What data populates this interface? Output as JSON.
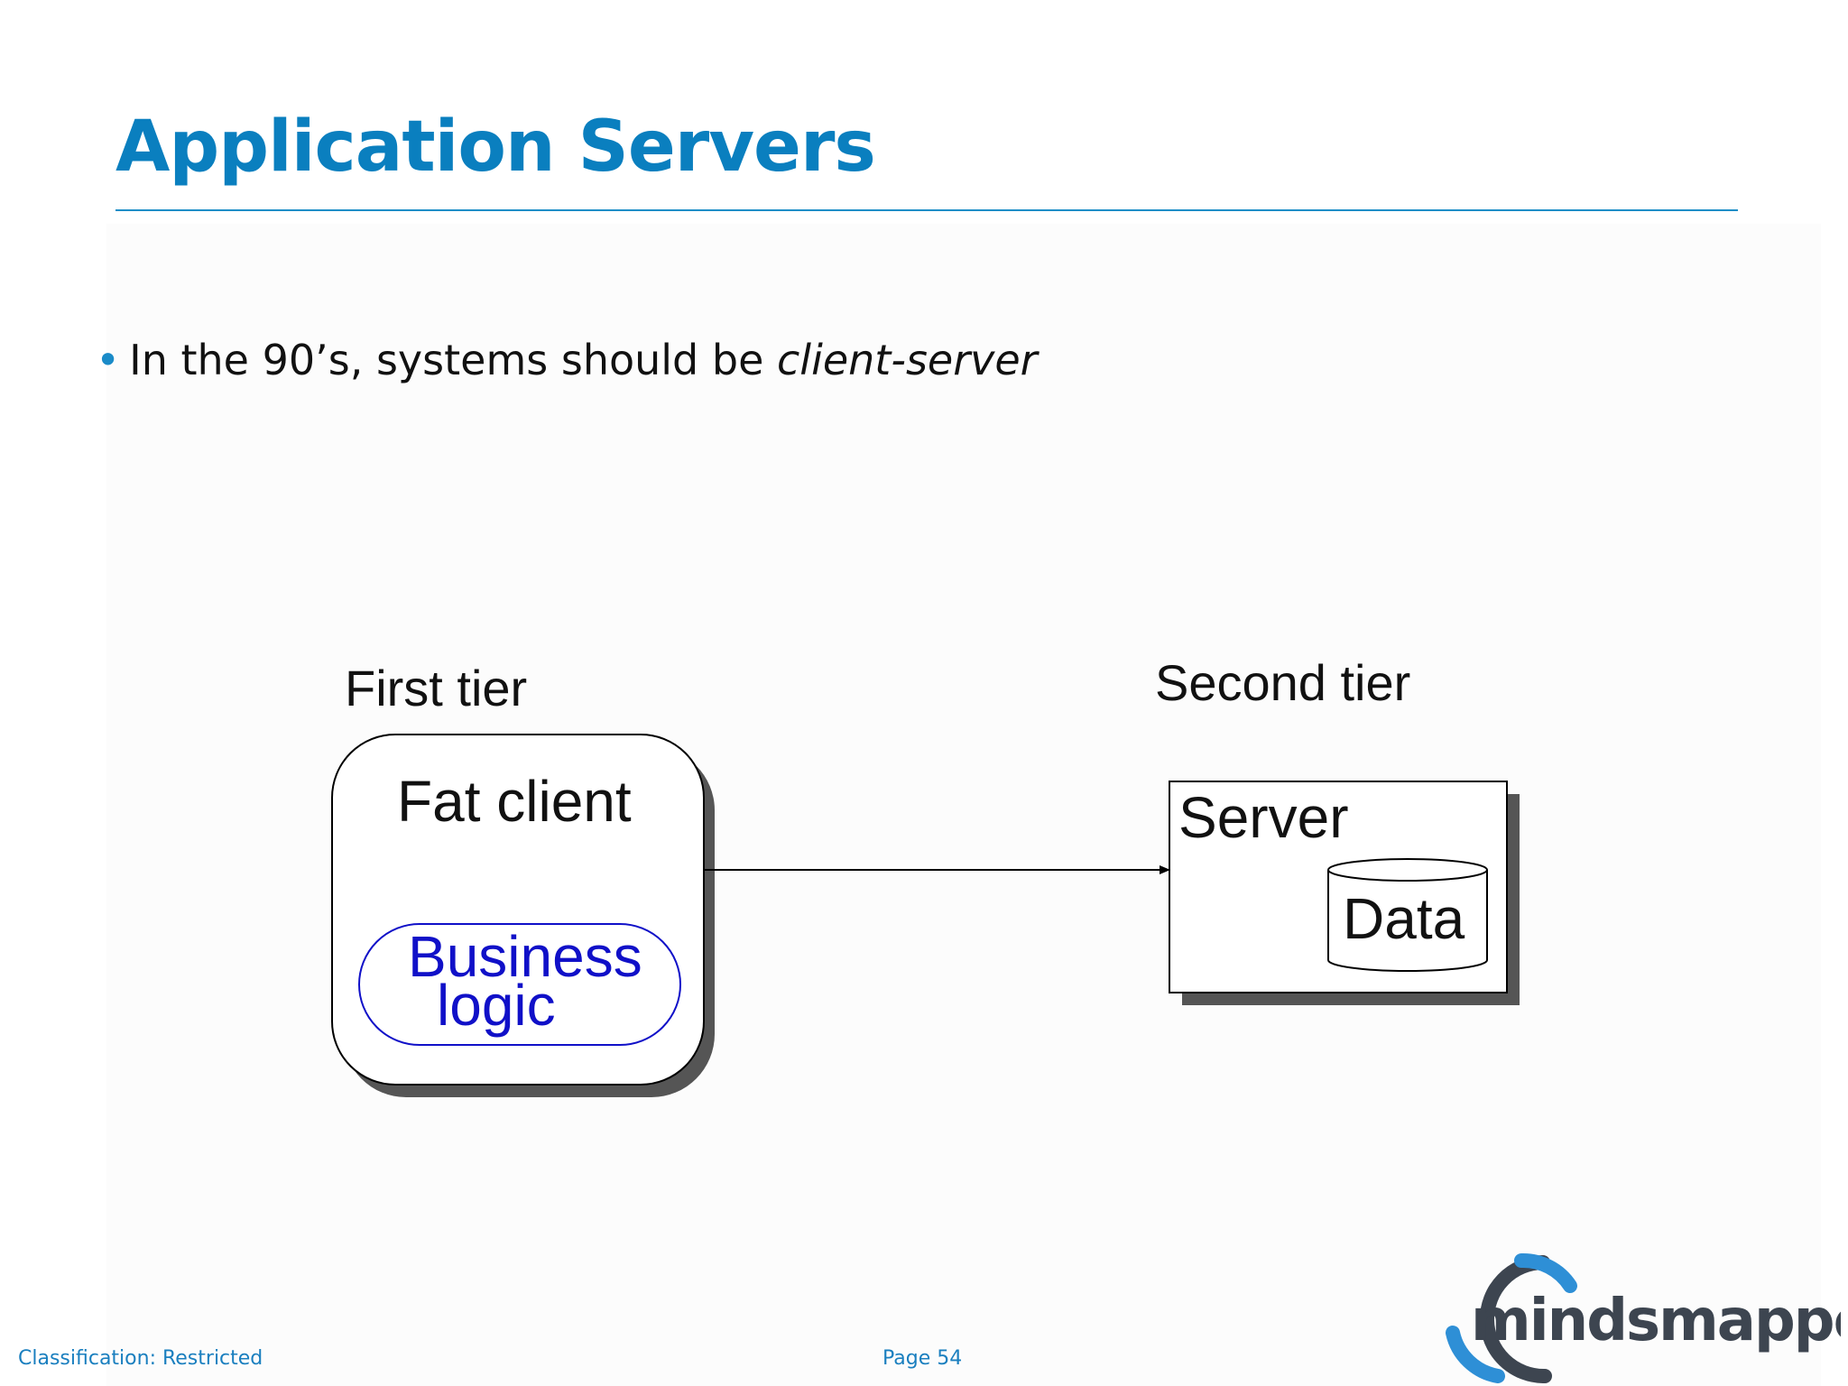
{
  "slide": {
    "title": "Application Servers",
    "bullet_text": "In the 90’s, systems should be ",
    "bullet_emphasis": "client-server"
  },
  "diagram": {
    "first_tier_label": "First tier",
    "second_tier_label": "Second tier",
    "client_box_label": "Fat client",
    "logic_line_1": "Business",
    "logic_line_2": "logic",
    "server_label": "Server",
    "data_label": "Data"
  },
  "footer": {
    "classification": "Classification: Restricted",
    "page": "Page 54"
  },
  "logo": {
    "text": "mindsmapped",
    "colors": {
      "dark": "#3d4550",
      "blue": "#2e8fd6"
    }
  },
  "colors": {
    "title": "#0a7fbf",
    "accent": "#1a8bc8",
    "logic": "#1010c8"
  }
}
